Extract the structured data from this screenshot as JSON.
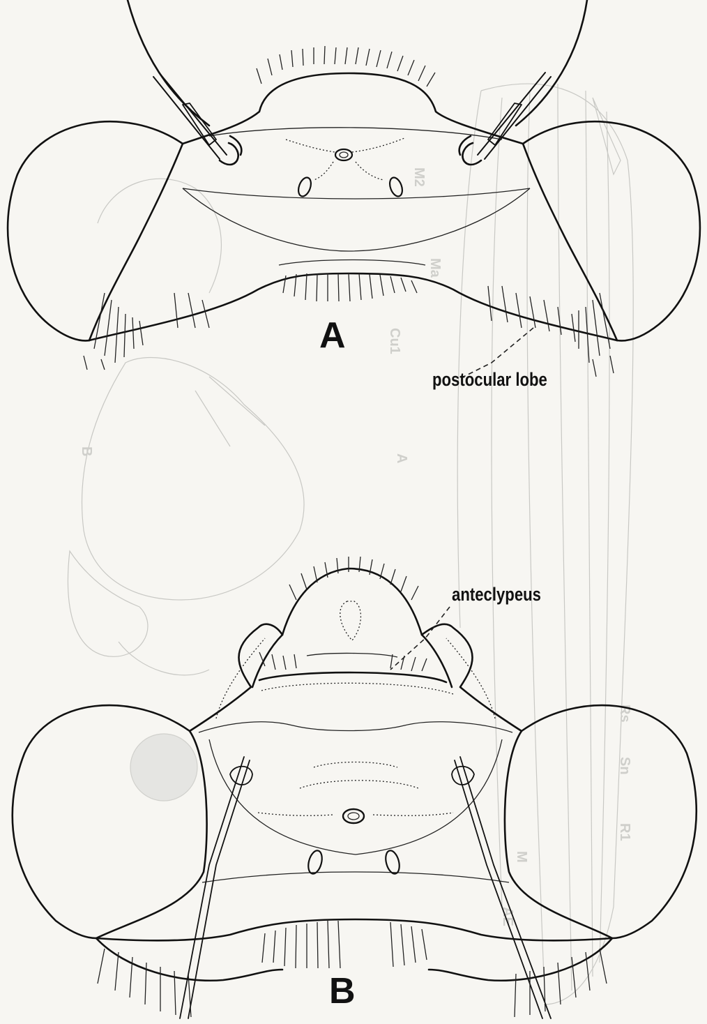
{
  "figure": {
    "panel_a_label": "A",
    "panel_b_label": "B",
    "callout_postocular": "postocular lobe",
    "callout_anteclypeus": "anteclypeus",
    "ghost_labels": [
      "M2",
      "Ma",
      "Cu1",
      "Rs",
      "Sn",
      "R1",
      "M",
      "A",
      "B",
      "AE"
    ]
  }
}
